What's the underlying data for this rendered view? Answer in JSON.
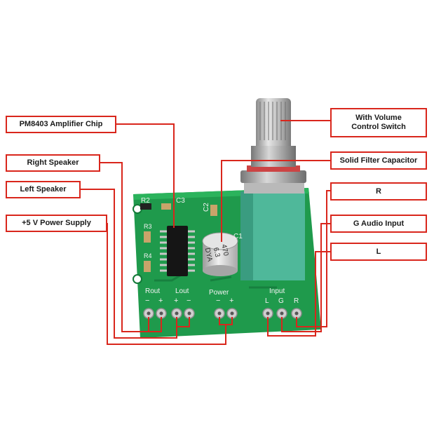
{
  "labels": {
    "amp_chip": "PM8403 Amplifier Chip",
    "right_speaker": "Right Speaker",
    "left_speaker": "Left Speaker",
    "power_supply": "+5 V Power Supply",
    "volume_switch_line1": "With Volume",
    "volume_switch_line2": "Control Switch",
    "filter_cap": "Solid Filter Capacitor",
    "input_r": "R",
    "input_g": "G Audio Input",
    "input_l": "L"
  },
  "silkscreen": {
    "r2": "R2",
    "c3": "C3",
    "c2": "C2",
    "c1": "C1",
    "r3": "R3",
    "r4": "R4",
    "rout": "Rout",
    "lout": "Lout",
    "power": "Power",
    "input": "Input",
    "minus": "−",
    "plus": "+",
    "in_l": "L",
    "in_g": "G",
    "in_r": "R",
    "cap_470": "470",
    "cap_63": "6.3",
    "cap_dya": "DYA"
  },
  "colors": {
    "callout_red": "#d9261c",
    "pcb_green": "#1f9a4c",
    "pot_body": "#4fb89a"
  }
}
